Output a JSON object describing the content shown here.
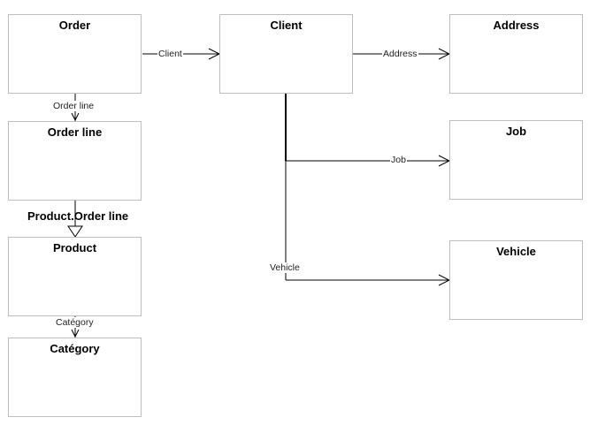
{
  "entities": {
    "order": "Order",
    "order_line": "Order line",
    "product": "Product",
    "category": "Catégory",
    "client": "Client",
    "address": "Address",
    "job": "Job",
    "vehicle": "Vehicle"
  },
  "relations": {
    "order_client": "Client",
    "order_orderline": "Order line",
    "product_category": "Catégory",
    "client_address": "Address",
    "client_job": "Job",
    "client_vehicle": "Vehicle",
    "inheritance": "Product.Order line"
  }
}
